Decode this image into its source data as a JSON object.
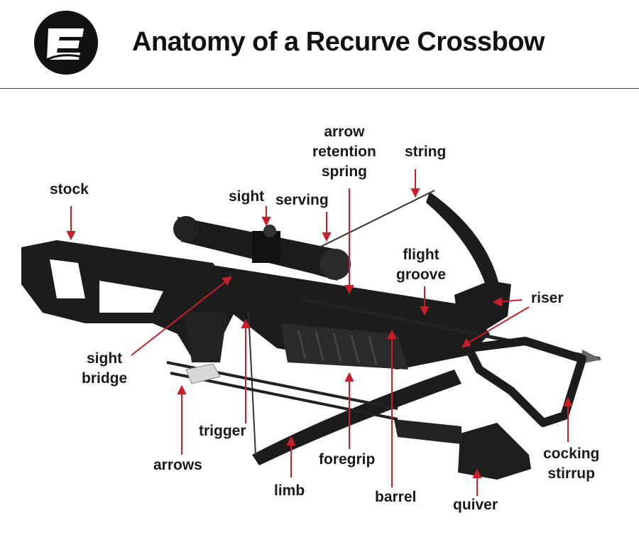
{
  "header": {
    "title": "Anatomy of a Recurve Crossbow",
    "logo_letter": "E"
  },
  "colors": {
    "leader": "#c8202a",
    "crossbow": "#1c1c1c",
    "text": "#111111"
  },
  "labels": {
    "stock": "stock",
    "sight": "sight",
    "serving": "serving",
    "arrow_retention_spring": [
      "arrow",
      "retention",
      "spring"
    ],
    "string": "string",
    "flight_groove": [
      "flight",
      "groove"
    ],
    "riser": "riser",
    "sight_bridge": [
      "sight",
      "bridge"
    ],
    "trigger": "trigger",
    "arrows": "arrows",
    "limb": "limb",
    "foregrip": "foregrip",
    "barrel": "barrel",
    "quiver": "quiver",
    "cocking_stirrup": [
      "cocking",
      "stirrup"
    ]
  }
}
